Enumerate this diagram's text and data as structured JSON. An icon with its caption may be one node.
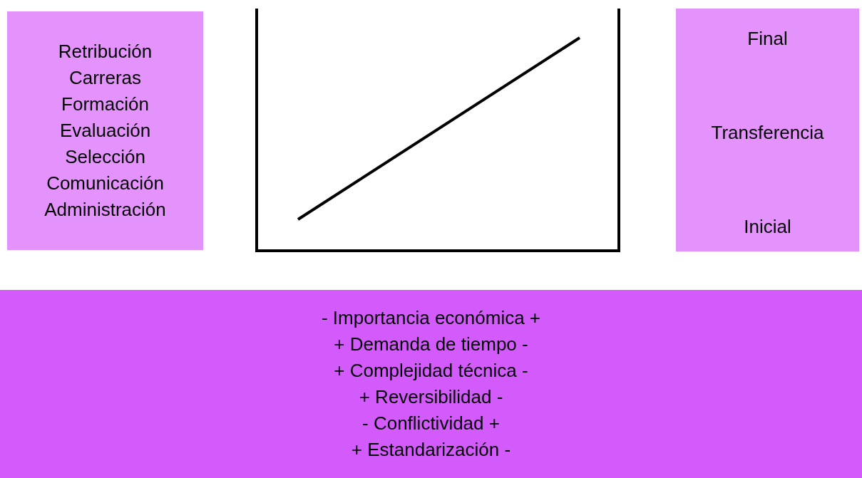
{
  "diagram": {
    "nodes": [
      {
        "text": [
          "Retribución",
          "Carreras",
          "Formación",
          "Evaluación",
          "Selección",
          "Comunicación",
          "Administración"
        ]
      },
      {
        "text": [
          "Final",
          "Transferencia",
          "Inicial"
        ]
      },
      {
        "text": [
          "- Importancia económica +",
          "+ Demanda de tiempo -",
          "+ Complejidad técnica -",
          "+ Reversibilidad -",
          "- Conflictividad +",
          "+ Estandarización -"
        ]
      }
    ]
  }
}
